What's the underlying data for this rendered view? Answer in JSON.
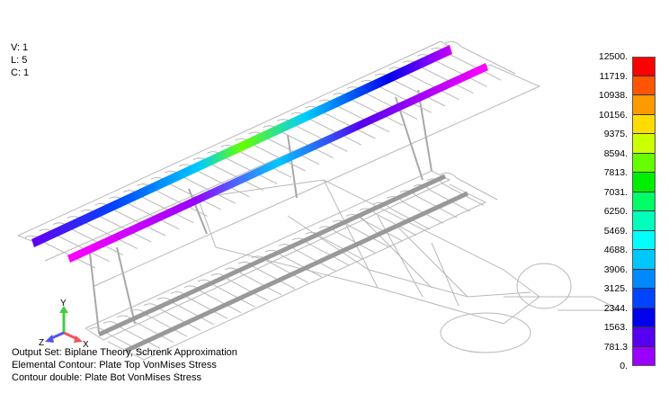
{
  "view_info": {
    "v": "V: 1",
    "l": "L: 5",
    "c": "C: 1"
  },
  "triad": {
    "x": "X",
    "y": "Y",
    "z": "Z"
  },
  "info_lines": [
    "Output Set: Biplane Theory, Schrenk Approximation",
    "Elemental Contour: Plate Top VonMises Stress",
    "Contour double: Plate Bot VonMises Stress"
  ],
  "legend": {
    "labels": [
      "12500.",
      "11719.",
      "10938.",
      "10156.",
      "9375.",
      "8594.",
      "7813.",
      "7031.",
      "6250.",
      "5469.",
      "4688.",
      "3906.",
      "3125.",
      "2344.",
      "1563.",
      "781.3",
      "0."
    ],
    "colors": [
      "#ff0000",
      "#ff5500",
      "#ff9900",
      "#ffdd00",
      "#ccff00",
      "#66ff00",
      "#00ee00",
      "#00ff66",
      "#00ffbb",
      "#00ffff",
      "#00c8ff",
      "#0088ff",
      "#0044ff",
      "#0000ee",
      "#5500ee",
      "#9900ff",
      "#ff00ff"
    ]
  }
}
